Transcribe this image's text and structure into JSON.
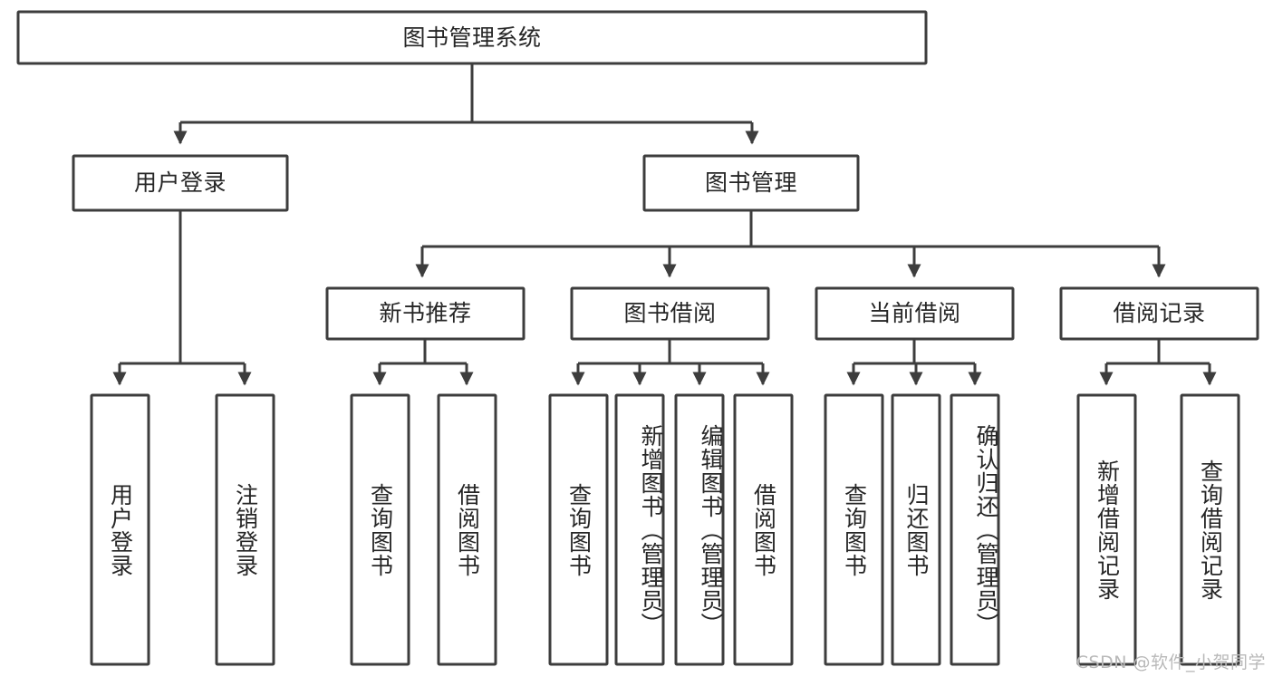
{
  "diagram": {
    "title": "图书管理系统",
    "type": "tree-hierarchy-diagram",
    "colors": {
      "box_stroke": "#3d3d3d",
      "box_fill": "#ffffff",
      "text": "#262626",
      "background": "#ffffff",
      "watermark": "#b9b9b9"
    },
    "root": {
      "label": "图书管理系统",
      "orientation": "horizontal"
    },
    "level2": [
      {
        "label": "用户登录",
        "orientation": "horizontal"
      },
      {
        "label": "图书管理",
        "orientation": "horizontal"
      }
    ],
    "level3": [
      {
        "label": "新书推荐",
        "orientation": "horizontal"
      },
      {
        "label": "图书借阅",
        "orientation": "horizontal"
      },
      {
        "label": "当前借阅",
        "orientation": "horizontal"
      },
      {
        "label": "借阅记录",
        "orientation": "horizontal"
      }
    ],
    "leaves": {
      "user_login": [
        {
          "label": "用户登录",
          "orientation": "vertical"
        },
        {
          "label": "注销登录",
          "orientation": "vertical"
        }
      ],
      "new_book_recommend": [
        {
          "label": "查询图书",
          "orientation": "vertical"
        },
        {
          "label": "借阅图书",
          "orientation": "vertical"
        }
      ],
      "book_borrow": [
        {
          "label": "查询图书",
          "orientation": "vertical"
        },
        {
          "label": "新增图书（管理员）",
          "orientation": "vertical"
        },
        {
          "label": "编辑图书（管理员）",
          "orientation": "vertical"
        },
        {
          "label": "借阅图书",
          "orientation": "vertical"
        }
      ],
      "current_borrow": [
        {
          "label": "查询图书",
          "orientation": "vertical"
        },
        {
          "label": "归还图书",
          "orientation": "vertical"
        },
        {
          "label": "确认归还（管理员）",
          "orientation": "vertical"
        }
      ],
      "borrow_record": [
        {
          "label": "新增借阅记录",
          "orientation": "vertical"
        },
        {
          "label": "查询借阅记录",
          "orientation": "vertical"
        }
      ]
    }
  },
  "watermark": {
    "text": "CSDN @软件_小贺同学"
  }
}
